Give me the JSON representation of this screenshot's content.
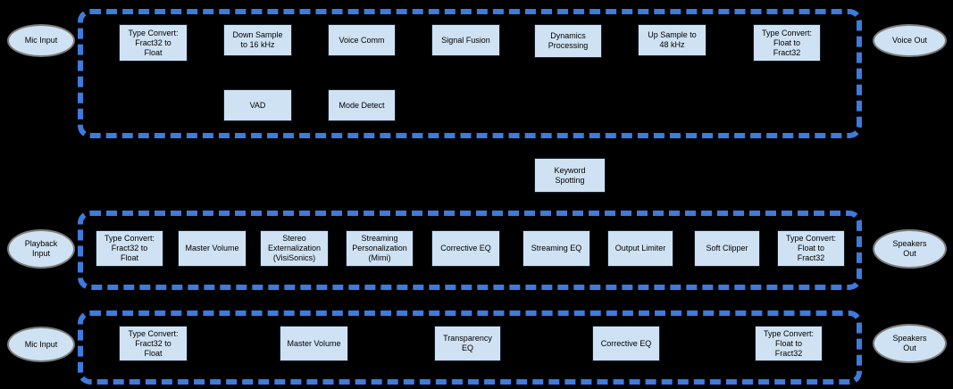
{
  "diagram": {
    "title_hint": "Audio processing pipelines block diagram",
    "colors": {
      "background": "#000000",
      "boundary_dash": "#3d7bdd",
      "block_fill": "#cfe2f3",
      "block_border": "#16222e",
      "terminal_fill": "#cfe2f3",
      "terminal_border": "#7b7b7b",
      "text": "#000000"
    },
    "sections": [
      {
        "name": "voice-pipeline",
        "left_terminal": "Mic Input",
        "right_terminal": "Voice Out",
        "row1": [
          "Type Convert:\nFract32 to\nFloat",
          "Down Sample\nto 16 kHz",
          "Voice Comm",
          "Signal Fusion",
          "Dynamics\nProcessing",
          "Up Sample to\n48 kHz",
          "Type Convert:\nFloat to\nFract32"
        ],
        "row2": [
          "VAD",
          "Mode Detect"
        ]
      },
      {
        "name": "playback-pipeline",
        "left_terminal": "Playback\nInput",
        "right_terminal": "Speakers\nOut",
        "row1": [
          "Type Convert:\nFract32 to\nFloat",
          "Master Volume",
          "Stereo\nExternalization\n(VisiSonics)",
          "Streaming\nPersonalization\n(Mimi)",
          "Corrective EQ",
          "Streaming EQ",
          "Output Limiter",
          "Soft Clipper",
          "Type Convert:\nFloat to\nFract32"
        ]
      },
      {
        "name": "transparency-pipeline",
        "left_terminal": "Mic Input",
        "right_terminal": "Speakers\nOut",
        "row1": [
          "Type Convert:\nFract32 to\nFloat",
          "Master Volume",
          "Transparency\nEQ",
          "Corrective EQ",
          "Type Convert:\nFloat to\nFract32"
        ]
      }
    ],
    "standalone": {
      "keyword_spotting": "Keyword\nSpotting"
    }
  }
}
